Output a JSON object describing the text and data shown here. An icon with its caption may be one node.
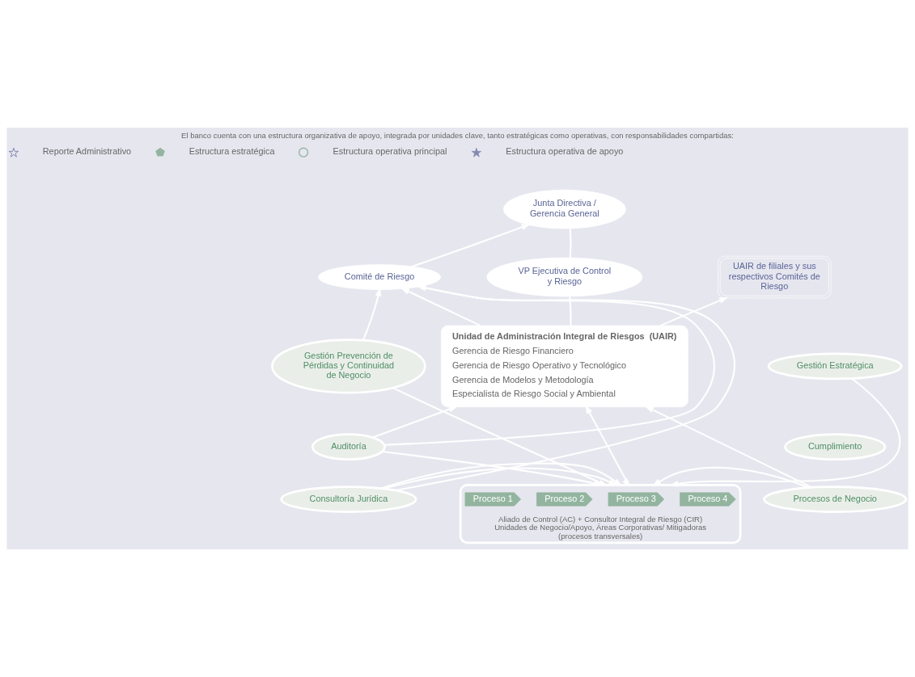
{
  "diagram": {
    "title": "El banco cuenta con una estructura organizativa de apoyo, integrada por unidades clave, tanto estratégicas como operativas, con responsabilidades compartidas:",
    "nodes": [
      {
        "text": [
          "Junta Directiva / Gerencia General"
        ]
      },
      {
        "text": [
          "Comité de Riesgo"
        ]
      },
      {
        "text": [
          "VP Ejecutiva de Control y Riesgo"
        ]
      },
      {
        "text": [
          "UAIR de filiales y sus respectivos Comités de Riesgo"
        ]
      },
      {
        "text": [
          "Gestión Prevención de Pérdidas y Continuidad de Negocio"
        ]
      },
      {
        "text": [
          "Unidad de Administración Integral de Riesgos  (UAIR)",
          "Gerencia de Riesgo Financiero",
          "Gerencia de Riesgo Operativo y Tecnológico",
          "Gerencia de Modelos y Metodología",
          "Especialista de Riesgo Social y Ambiental"
        ]
      },
      {
        "text": [
          "Gestión Estratégica"
        ]
      },
      {
        "text": [
          "Auditoría"
        ]
      },
      {
        "text": [
          "Cumplimiento"
        ]
      },
      {
        "text": [
          "Consultoría Jurídica"
        ]
      },
      {
        "text": [
          "Procesos de Negocio"
        ]
      },
      {
        "text": [
          "Aliado de Control (AC) + Consultor Integral de Riesgo (CIR)",
          "Unidades de Negocio/Apoyo, Áreas Corporativas/ Mitigadoras (procesos transversales)"
        ]
      },
      {
        "text": [
          "Proceso 1"
        ],
        "in": 11
      },
      {
        "text": [
          "Proceso 2"
        ],
        "in": 11
      },
      {
        "text": [
          "Proceso 3"
        ],
        "in": 11
      },
      {
        "text": [
          "Proceso 4"
        ],
        "in": 11
      }
    ],
    "edges": [
      {
        "from": 1,
        "to": 0,
        "arrow": "to"
      },
      {
        "from": 2,
        "to": 0,
        "arrow": "none"
      },
      {
        "from": 5,
        "to": 2,
        "arrow": "none"
      },
      {
        "from": 5,
        "to": 1,
        "arrow": "to"
      },
      {
        "from": 5,
        "to": 3,
        "arrow": "to"
      },
      {
        "from": 4,
        "to": 1,
        "arrow": "to"
      },
      {
        "from": 7,
        "to": 1,
        "arrow": "to"
      },
      {
        "from": 9,
        "to": 1,
        "arrow": "to"
      },
      {
        "from": 4,
        "to": 11,
        "arrow": "to"
      },
      {
        "from": 7,
        "to": 11,
        "arrow": "to"
      },
      {
        "from": 9,
        "to": 11,
        "arrow": "to"
      },
      {
        "from": 7,
        "to": 5,
        "arrow": "to"
      },
      {
        "from": 9,
        "to": 11,
        "arrow": "to"
      },
      {
        "from": 5,
        "to": 11,
        "arrow": "both"
      },
      {
        "from": 10,
        "to": 5,
        "arrow": "to"
      },
      {
        "from": 10,
        "to": 11,
        "arrow": "to"
      },
      {
        "from": 6,
        "to": 11,
        "arrow": "to"
      }
    ],
    "legend": [
      {
        "text": "Reporte Administrativo"
      },
      {
        "text": "Estructura estratégica"
      },
      {
        "text": "Estructura operativa principal"
      },
      {
        "text": "Estructura operativa de apoyo"
      }
    ]
  }
}
